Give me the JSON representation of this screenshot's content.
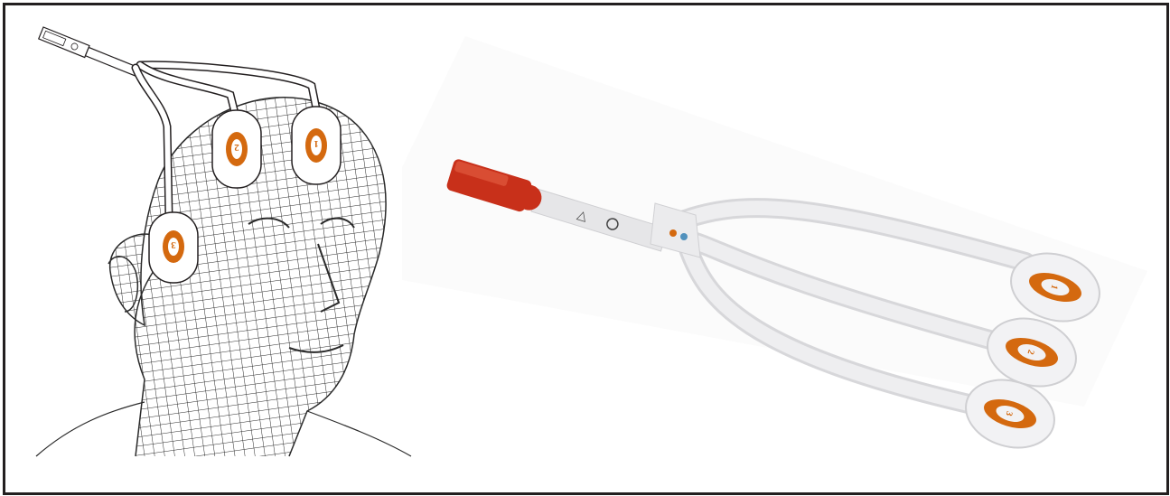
{
  "figure": {
    "left_panel": {
      "electrodes": [
        {
          "label": "1"
        },
        {
          "label": "2"
        },
        {
          "label": "3"
        }
      ]
    },
    "right_panel": {
      "electrodes": [
        {
          "label": "1"
        },
        {
          "label": "2"
        },
        {
          "label": "3"
        }
      ]
    }
  },
  "colors": {
    "border": "#231f20",
    "wireframe": "#2a2a2a",
    "electrode_orange": "#d4690f",
    "connector_red": "#c8301a",
    "strip_gray": "#e6e6e8"
  }
}
